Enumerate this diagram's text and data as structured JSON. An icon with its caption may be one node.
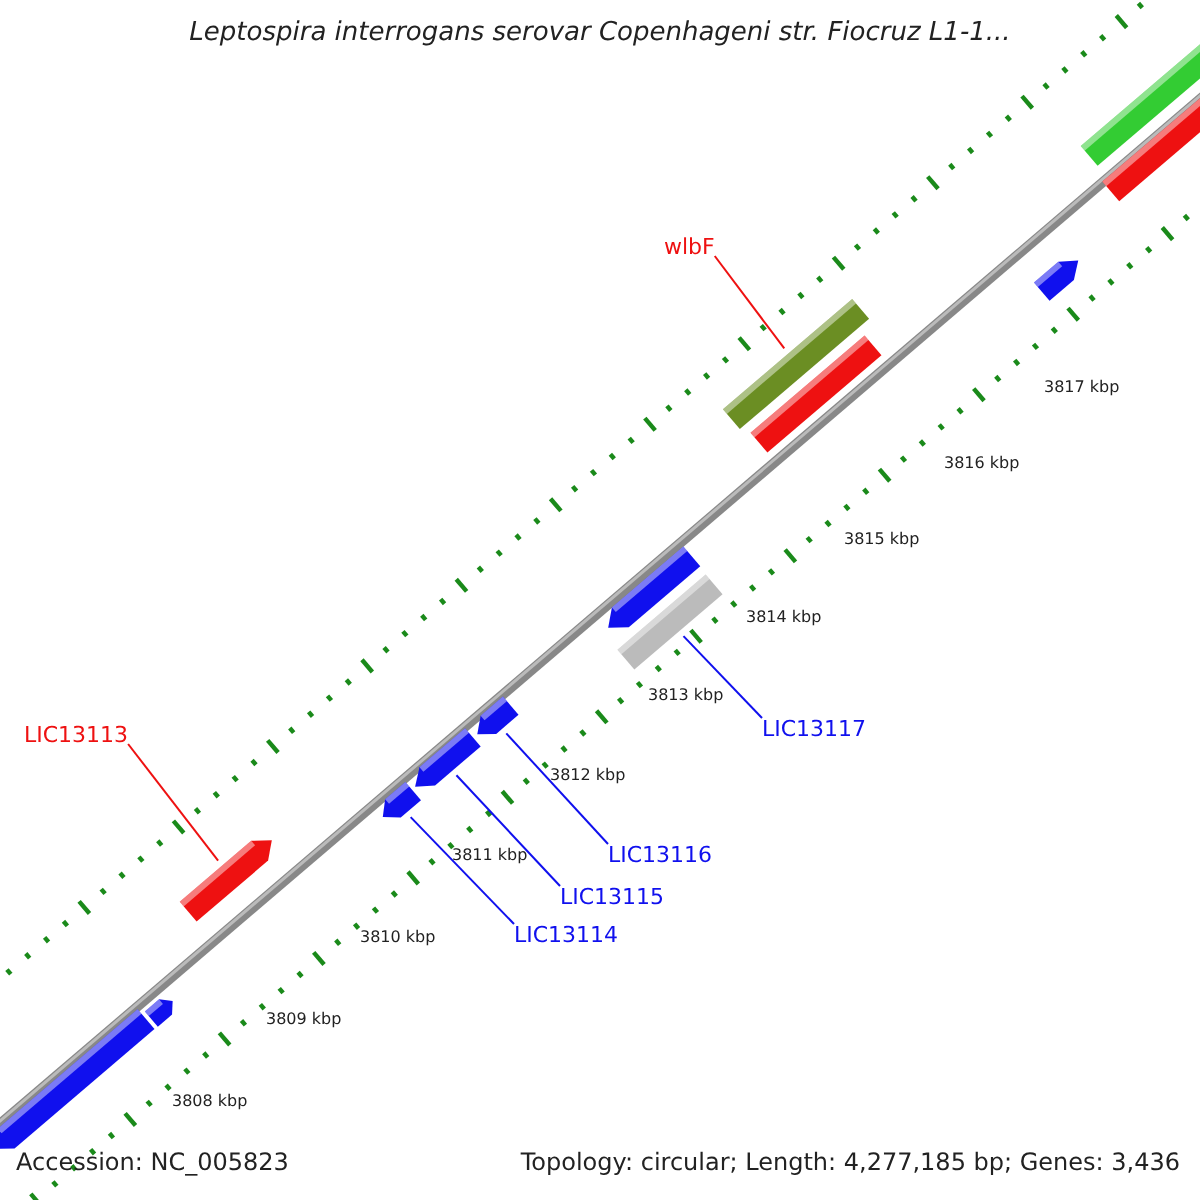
{
  "diagram": {
    "title": "Leptospira interrogans serovar Copenhageni str. Fiocruz L1-1...",
    "nodes": [
      {
        "text": [
          "wlbF"
        ]
      },
      {
        "text": [],
        "shape": "bar"
      },
      {
        "text": [
          "LIC13113"
        ]
      },
      {
        "text": [],
        "shape": "bar"
      },
      {
        "text": [
          "LIC13117"
        ]
      },
      {
        "text": [],
        "shape": "bar"
      },
      {
        "text": [
          "LIC13116"
        ]
      },
      {
        "text": [],
        "shape": "bar"
      },
      {
        "text": [
          "LIC13115"
        ]
      },
      {
        "text": [],
        "shape": "bar"
      },
      {
        "text": [
          "LIC13114"
        ]
      },
      {
        "text": [],
        "shape": "bar"
      },
      {
        "text": [],
        "shape": "bar"
      },
      {
        "text": [],
        "shape": "bar"
      },
      {
        "text": [],
        "shape": "bar"
      },
      {
        "text": [],
        "shape": "bar"
      },
      {
        "text": [],
        "shape": "bar"
      },
      {
        "text": [],
        "shape": "bar"
      },
      {
        "text": [],
        "shape": "bar"
      }
    ],
    "edges": [
      {
        "from": 0,
        "to": 1,
        "arrow": "none",
        "color": "#ee1111"
      },
      {
        "from": 2,
        "to": 3,
        "arrow": "none",
        "color": "#ee1111"
      },
      {
        "from": 4,
        "to": 5,
        "arrow": "none"
      },
      {
        "from": 6,
        "to": 7,
        "arrow": "none"
      },
      {
        "from": 8,
        "to": 9,
        "arrow": "none"
      },
      {
        "from": 10,
        "to": 11,
        "arrow": "none"
      }
    ],
    "labels": [
      "3817 kbp",
      "3816 kbp",
      "3815 kbp",
      "3814 kbp",
      "3813 kbp",
      "3812 kbp",
      "3811 kbp",
      "3810 kbp",
      "3809 kbp",
      "3808 kbp",
      "Accession: NC_005823",
      "Topology: circular; Length: 4,277,185 bp; Genes: 3,436"
    ]
  }
}
